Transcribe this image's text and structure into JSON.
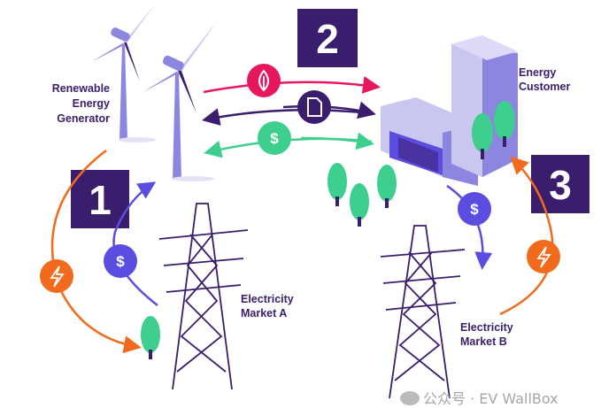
{
  "labels": {
    "generator": [
      "Renewable",
      "Energy",
      "Generator"
    ],
    "customer": [
      "Energy",
      "Customer"
    ],
    "market_a": [
      "Electricity",
      "Market A"
    ],
    "market_b": [
      "Electricity",
      "Market B"
    ]
  },
  "steps": [
    "1",
    "2",
    "3"
  ],
  "icons": {
    "dollar": "$",
    "leaf": "leaf-icon",
    "document": "document-icon",
    "bolt": "lightning-icon"
  },
  "watermark": "公众号 · EV WallBox",
  "colors": {
    "purple": "#3b1d6e",
    "pink": "#e8175d",
    "green": "#3ecf8e",
    "orange": "#f26a1b",
    "violet": "#5b4de0",
    "turbine": "#8c86e0"
  }
}
